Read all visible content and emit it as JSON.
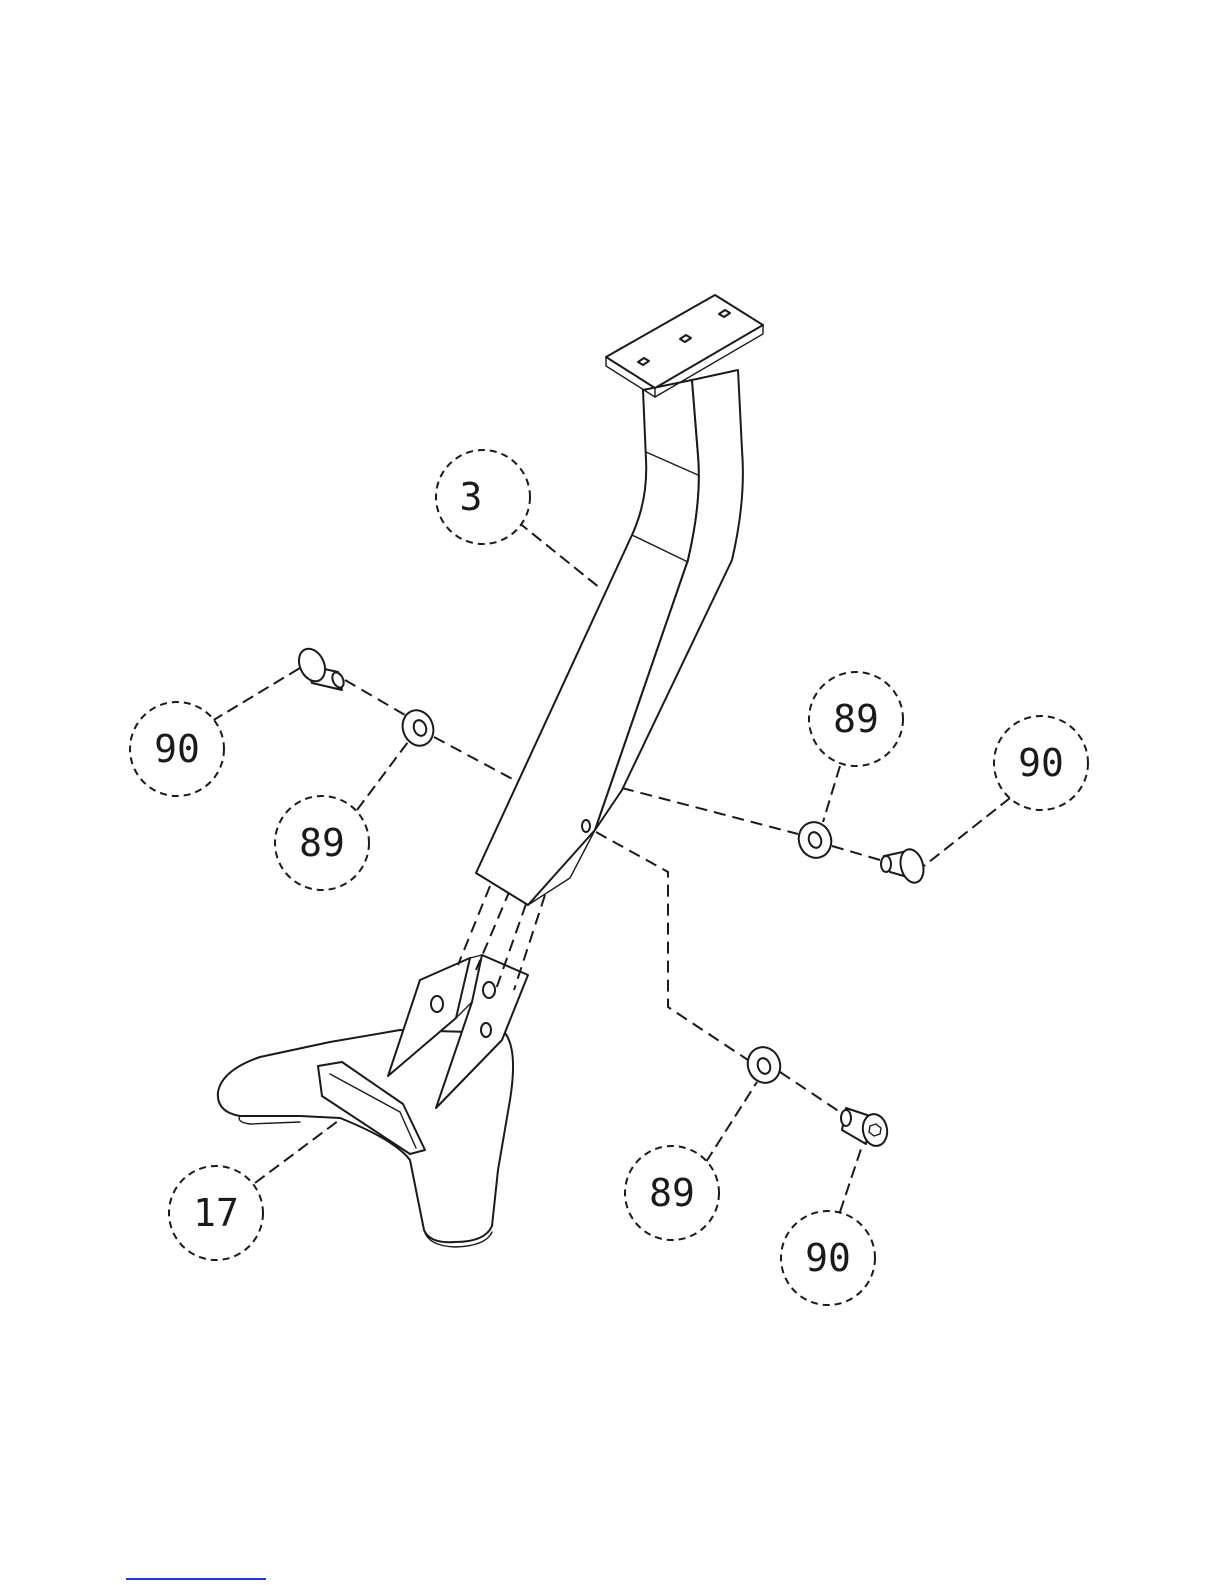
{
  "diagram": {
    "balloons": [
      {
        "id": "b-3",
        "label": "3"
      },
      {
        "id": "b-90-left",
        "label": "90"
      },
      {
        "id": "b-89-left",
        "label": "89"
      },
      {
        "id": "b-89-right",
        "label": "89"
      },
      {
        "id": "b-90-right",
        "label": "90"
      },
      {
        "id": "b-17",
        "label": "17"
      },
      {
        "id": "b-89-bottom",
        "label": "89"
      },
      {
        "id": "b-90-bottom",
        "label": "90"
      }
    ]
  },
  "colors": {
    "line": "#1a1a1a",
    "background": "#ffffff",
    "footer_link": "#2a3bd6"
  }
}
